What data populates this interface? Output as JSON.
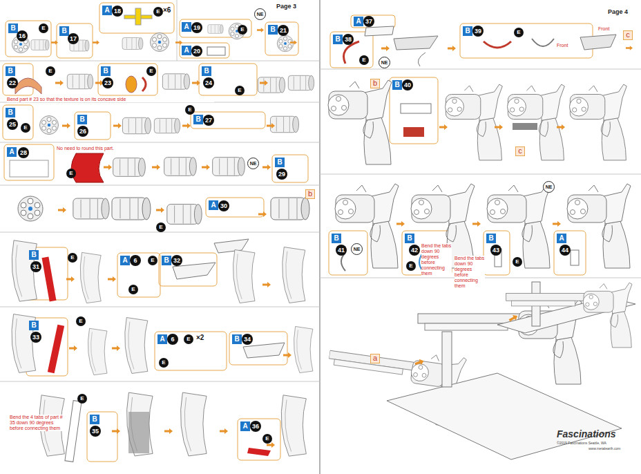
{
  "diagram": {
    "labels": [
      "Page 3",
      "B",
      "16",
      "E",
      "B",
      "17",
      "A",
      "18",
      "E",
      "×6",
      "A",
      "19",
      "E",
      "NE",
      "A",
      "20",
      "B",
      "21",
      "B",
      "22",
      "E",
      "B",
      "23",
      "E",
      "B",
      "24",
      "E",
      "Bend part # 23 so that the texture is on its concave side",
      "B",
      "25",
      "E",
      "E",
      "B",
      "26",
      "B",
      "27",
      "A",
      "28",
      "No need to round this part.",
      "E",
      "NE",
      "B",
      "29",
      "b",
      "E",
      "A",
      "30",
      "B",
      "31",
      "E",
      "A",
      "6",
      "E",
      "B",
      "32",
      "E",
      "B",
      "33",
      "E",
      "A",
      "6",
      "E",
      "×2",
      "B",
      "34",
      "E",
      "Bend the 4 tabs of part # 35 down 90 degrees before connecting them",
      "E",
      "B",
      "35",
      "A",
      "36",
      "E",
      "Page 4",
      "A",
      "37",
      "B",
      "38",
      "E",
      "NE",
      "B",
      "39",
      "E",
      "Front",
      "Front",
      "c",
      "b",
      "B",
      "40",
      "c",
      "B",
      "41",
      "NE",
      "B",
      "42",
      "E",
      "Bend the tabs down 90 degrees before connecting them",
      "Bend the tabs down 90 degrees before connecting them",
      "B",
      "43",
      "E",
      "NE",
      "A",
      "44",
      "a",
      "Fascinations",
      "©2019 Fascinations Seattle, WA",
      "www.metalearth.com"
    ]
  }
}
